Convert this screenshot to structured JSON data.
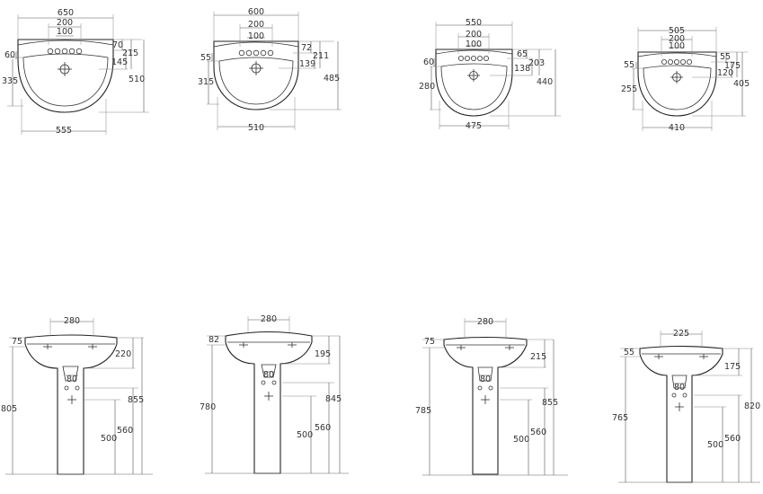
{
  "colors": {
    "line": "#222222",
    "dimension": "#555555",
    "text": "#333333",
    "background": "#ffffff"
  },
  "top_views": [
    {
      "overall_width": "650",
      "width_200": "200",
      "width_100": "100",
      "right_a": "70",
      "right_b": "215",
      "right_c": "145",
      "right_total": "510",
      "left_a": "60",
      "left_b": "335",
      "bottom_width": "555"
    },
    {
      "overall_width": "600",
      "width_200": "200",
      "width_100": "100",
      "right_a": "72",
      "right_b": "211",
      "right_c": "139",
      "right_total": "485",
      "left_a": "55",
      "left_b": "315",
      "bottom_width": "510"
    },
    {
      "overall_width": "550",
      "width_200": "200",
      "width_100": "100",
      "right_a": "65",
      "right_b": "203",
      "right_c": "138",
      "right_total": "440",
      "left_a": "60",
      "left_b": "280",
      "bottom_width": "475"
    },
    {
      "overall_width": "505",
      "width_200": "200",
      "width_100": "100",
      "right_a": "55",
      "right_b": "175",
      "right_c": "120",
      "right_total": "405",
      "left_a": "55",
      "left_b": "255",
      "bottom_width": "410"
    }
  ],
  "side_views": [
    {
      "top_width": "280",
      "rim_depth": "75",
      "bowl_depth": "220",
      "trap_width": "80",
      "total_height": "855",
      "pedestal_a": "560",
      "pedestal_b": "500",
      "left_height": "805"
    },
    {
      "top_width": "280",
      "rim_depth": "82",
      "bowl_depth": "195",
      "trap_width": "80",
      "total_height": "845",
      "pedestal_a": "560",
      "pedestal_b": "500",
      "left_height": "780"
    },
    {
      "top_width": "280",
      "rim_depth": "75",
      "bowl_depth": "215",
      "trap_width": "80",
      "total_height": "855",
      "pedestal_a": "560",
      "pedestal_b": "500",
      "left_height": "785"
    },
    {
      "top_width": "225",
      "rim_depth": "55",
      "bowl_depth": "175",
      "trap_width": "80",
      "total_height": "820",
      "pedestal_a": "560",
      "pedestal_b": "500",
      "left_height": "765"
    }
  ]
}
